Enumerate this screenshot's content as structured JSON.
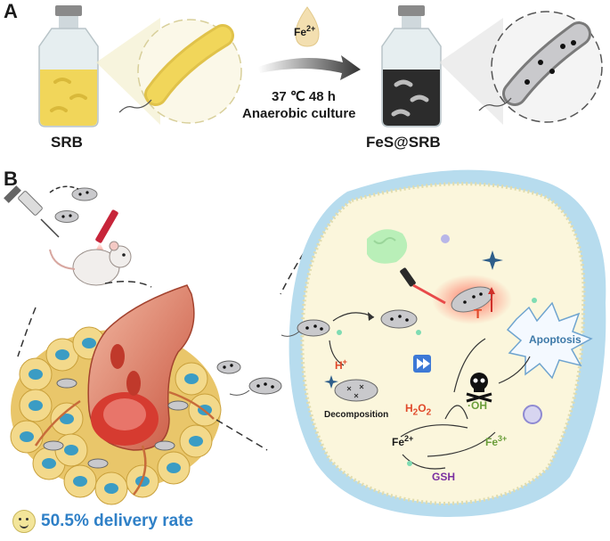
{
  "panels": {
    "a": {
      "letter": "A",
      "ion": "Fe",
      "ion_charge": "2+",
      "condition_line1": "37 ℃  48 h",
      "condition_line2": "Anaerobic culture",
      "left_label": "SRB",
      "right_label": "FeS@SRB"
    },
    "b": {
      "letter": "B",
      "delivery_text": "50.5% delivery rate",
      "h_plus": "H",
      "h_plus_charge": "+",
      "decomposition": "Decomposition",
      "t_label": "T",
      "h2o2": "H",
      "h2o2_sub1": "2",
      "h2o2_mid": "O",
      "h2o2_sub2": "2",
      "oh_label": "·OH",
      "fe2": "Fe",
      "fe2_charge": "2+",
      "fe3": "Fe",
      "fe3_charge": "3+",
      "gsh": "GSH",
      "apoptosis": "Apoptosis"
    }
  },
  "colors": {
    "culture_yellow": "#f1d65a",
    "bacterium_gray": "#c9c9cc",
    "cell_fill": "#fbf6dc",
    "cell_border": "#e8e3b3",
    "tumor_outer": "#a9cfe0",
    "h_red": "#e0492a",
    "oh_green": "#6a9e3a",
    "gsh_purple": "#7a2fa0",
    "apoptosis_blue": "#3d79a8",
    "delivery_blue": "#2f80c7"
  },
  "icons": [
    "syringe-icon",
    "laser-icon",
    "mouse-icon",
    "skull-icon",
    "fast-forward-icon",
    "smiley-icon",
    "sparkle-icon",
    "mitochondria-icon",
    "blood-vessel-icon"
  ]
}
